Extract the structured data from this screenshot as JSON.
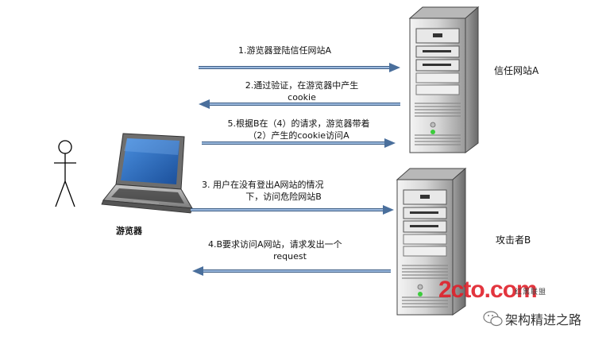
{
  "actors": {
    "browser_label": "游览器",
    "trusted_site_label": "信任网站A",
    "attacker_label": "攻击者B"
  },
  "steps": [
    {
      "line1": "1.游览器登陆信任网站A",
      "line2": ""
    },
    {
      "line1": "2.通过验证，在游览器中产生",
      "line2": "cookie"
    },
    {
      "line1": "5.根据B在（4）的请求，游览器带着",
      "line2": "（2）产生的cookie访问A"
    },
    {
      "line1": "3.  用户在没有登出A网站的情况",
      "line2": "下，访问危险网站B"
    },
    {
      "line1": "4.B要求访问A网站，请求发出一个",
      "line2": "request"
    }
  ],
  "watermarks": {
    "site_logo": "2cto.com",
    "site_logo_sub": "红黑联盟",
    "channel": "架构精进之路"
  },
  "colors": {
    "arrow": "#5a82b0",
    "server_body": "#d9d9d9",
    "laptop_screen": "#2a6fc4",
    "logo_red": "#e0202a"
  }
}
